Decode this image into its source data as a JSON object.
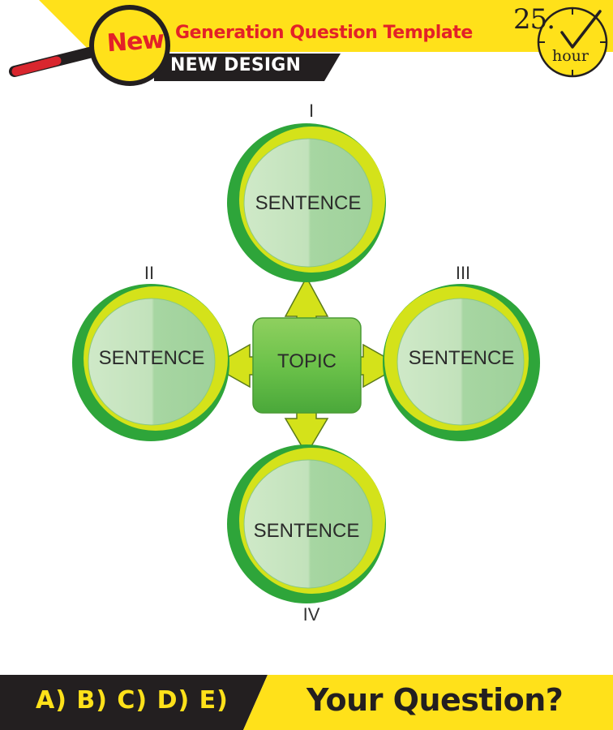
{
  "header": {
    "badge": "New",
    "title": "Generation Question Template",
    "subtitle": "NEW DESIGN",
    "timer_value": "25.",
    "timer_unit": "hour"
  },
  "diagram": {
    "center": "TOPIC",
    "nodes": [
      {
        "numeral": "I",
        "label": "SENTENCE"
      },
      {
        "numeral": "II",
        "label": "SENTENCE"
      },
      {
        "numeral": "III",
        "label": "SENTENCE"
      },
      {
        "numeral": "IV",
        "label": "SENTENCE"
      }
    ]
  },
  "footer": {
    "answers": "A) B) C) D) E)",
    "question": "Your Question?"
  },
  "colors": {
    "brand_yellow": "#ffe11a",
    "brand_red": "#e32128",
    "dark": "#231f20",
    "ring_green": "#2ea53a",
    "ring_lime": "#d4e21a",
    "inner_green": "#a9d8a6",
    "topic_green": "#6cc24a"
  }
}
